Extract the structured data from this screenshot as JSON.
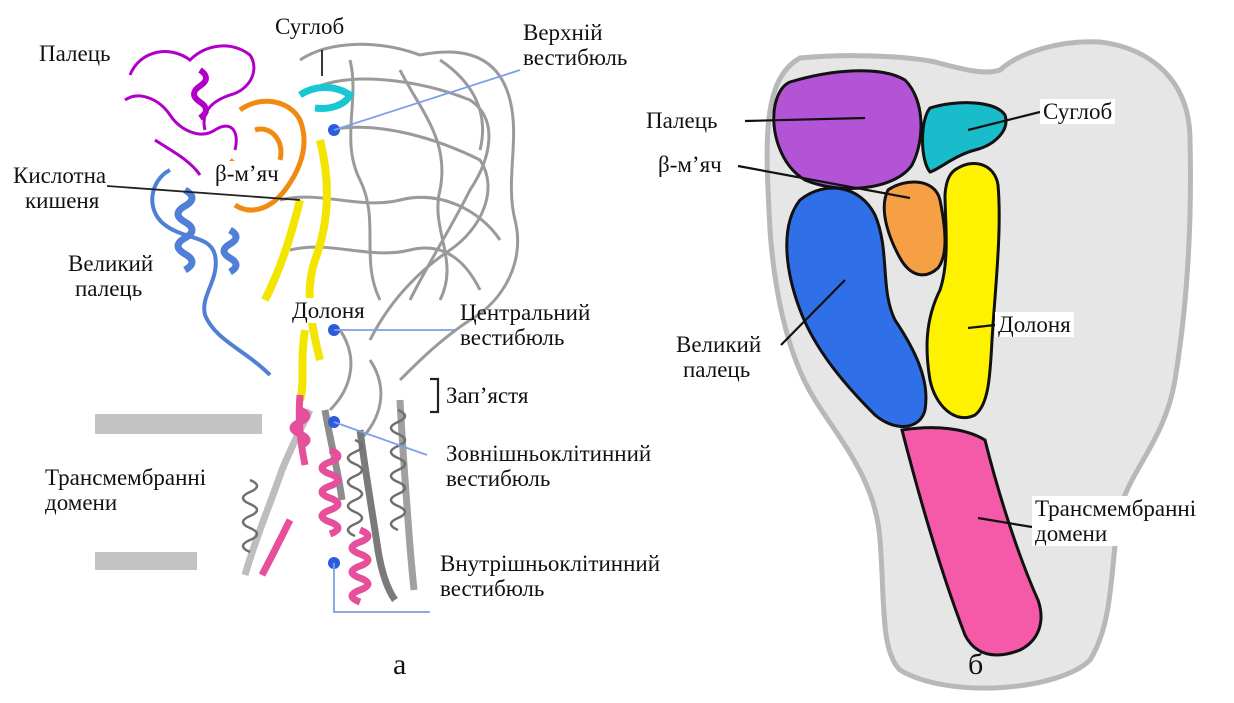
{
  "panel_a": {
    "caption": "а",
    "labels": {
      "finger": "Палець",
      "knuckle": "Суглоб",
      "upper_vestibule": [
        "Верхній",
        "вестибюль"
      ],
      "acid_pocket": [
        "Кислотна",
        "кишеня"
      ],
      "beta_ball": "β-м’яч",
      "thumb": [
        "Великий",
        "палець"
      ],
      "palm": "Долоня",
      "central_vestibule": [
        "Центральний",
        "вестибюль"
      ],
      "wrist": "Зап’ястя",
      "extracellular_vestibule": [
        "Зовнішньоклітинний",
        "вестибюль"
      ],
      "transmembrane": [
        "Трансмембранні",
        "домени"
      ],
      "intracellular_vestibule": [
        "Внутрішньоклітинний",
        "вестибюль"
      ]
    }
  },
  "panel_b": {
    "caption": "б",
    "labels": {
      "finger": "Палець",
      "knuckle": "Суглоб",
      "beta_ball": "β-м’яч",
      "thumb": [
        "Великий",
        "палець"
      ],
      "palm": "Долоня",
      "transmembrane": [
        "Трансмембранні",
        "домени"
      ]
    }
  },
  "colors": {
    "finger": "#b353d6",
    "knuckle": "#19bccb",
    "beta_ball": "#f6a046",
    "thumb": "#2f6fe8",
    "palm": "#fff200",
    "transmembrane": "#f55aa8",
    "outline_fill": "#e6e6e6",
    "outline_stroke": "#b8b8b8",
    "membrane": "#c3c3c3",
    "vestibule_dot": "#2b5be0",
    "pointer_blue": "#7f9fe6"
  }
}
